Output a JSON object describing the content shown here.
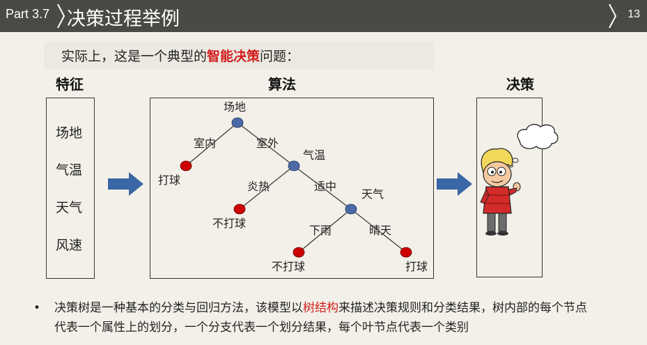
{
  "header": {
    "part": "Part 3.7",
    "title": "决策过程举例",
    "page": "13"
  },
  "intro": {
    "prefix": "实际上，这是一个典型的",
    "highlight": "智能决策",
    "suffix": "问题："
  },
  "columns": {
    "features": "特征",
    "algorithm": "算法",
    "decision": "决策"
  },
  "features": [
    "场地",
    "气温",
    "天气",
    "风速"
  ],
  "tree": {
    "root": "场地",
    "indoor": "室内",
    "outdoor": "室外",
    "play1": "打球",
    "temp": "气温",
    "hot": "炎热",
    "mild": "适中",
    "noplay1": "不打球",
    "weather": "天气",
    "rain": "下雨",
    "sunny": "晴天",
    "noplay2": "不打球",
    "play2": "打球"
  },
  "bullet": {
    "prefix": "决策树是一种基本的分类与回归方法，该模型以",
    "highlight": "树结构",
    "suffix": "来描述决策规则和分类结果，树内部的每个节点代表一个属性上的划分，一个分支代表一个划分结果，每个叶节点代表一个类别"
  },
  "colors": {
    "header": "#4a4a45",
    "accent": "#d31c1c",
    "arrow": "#3a66a7",
    "node_blue": "#4a6ba8",
    "node_red": "#cc0000"
  }
}
